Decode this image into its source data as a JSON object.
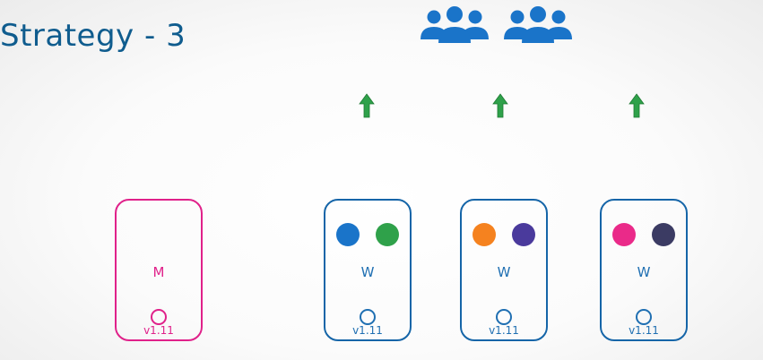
{
  "title": "Strategy - 3",
  "master": {
    "label": "M",
    "version": "v1.11",
    "color": "#e0218a"
  },
  "workers": [
    {
      "label": "W",
      "version": "v1.11",
      "pods": [
        "#1a74c9",
        "#2fa14a"
      ]
    },
    {
      "label": "W",
      "version": "v1.11",
      "pods": [
        "#f5821f",
        "#4a3a9c"
      ]
    },
    {
      "label": "W",
      "version": "v1.11",
      "pods": [
        "#ea2a89",
        "#3b3b63"
      ]
    }
  ],
  "icons": {
    "users": "users-group-icon",
    "arrow": "up-arrow-icon",
    "users_color": "#1a74c9",
    "arrow_color": "#2fa14a",
    "worker_border_color": "#1565a8"
  }
}
